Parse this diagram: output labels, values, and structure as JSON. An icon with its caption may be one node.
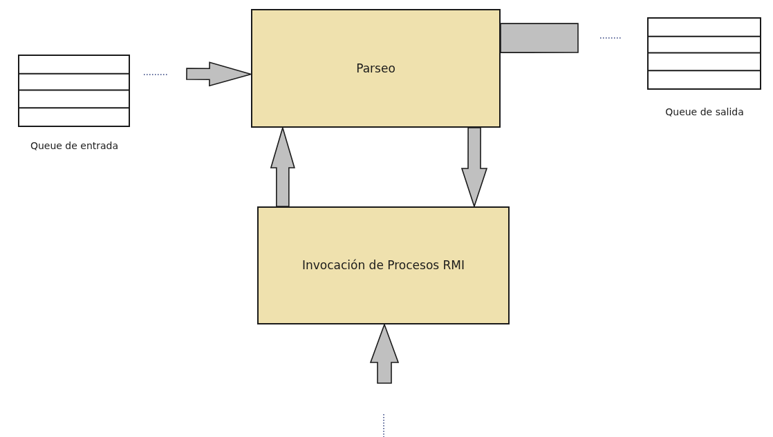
{
  "diagram": {
    "nodes": [
      {
        "text": [
          "Queue de entrada"
        ]
      },
      {
        "text": [
          "Parseo"
        ]
      },
      {
        "text": [
          "Queue de salida"
        ]
      },
      {
        "text": [
          "Invocación de Procesos RMI"
        ]
      }
    ],
    "edges": [
      {
        "from": null,
        "to": 1,
        "arrow": "to"
      },
      {
        "from": 1,
        "to": null,
        "arrow": "none"
      },
      {
        "from": 3,
        "to": 1,
        "arrow": "to"
      },
      {
        "from": 1,
        "to": 3,
        "arrow": "to"
      },
      {
        "from": null,
        "to": 3,
        "arrow": "to"
      }
    ]
  }
}
